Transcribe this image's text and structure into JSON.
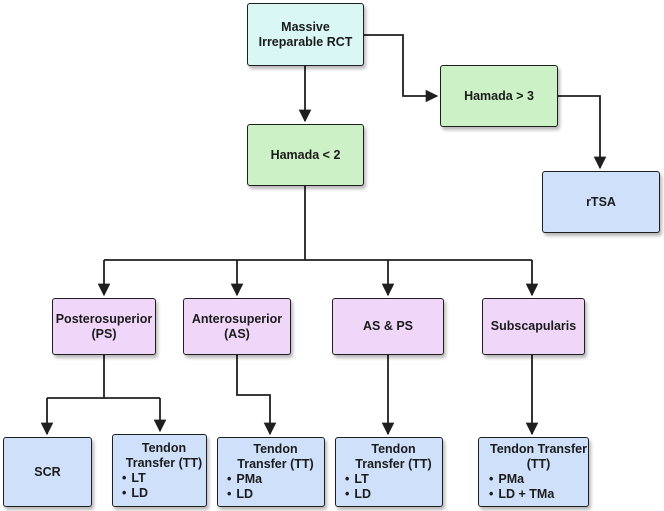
{
  "colors": {
    "root": "#d9f7f4",
    "hamada": "#cdf1c6",
    "region": "#f0d7fa",
    "procedure": "#cfe0fb",
    "stroke": "#1f1f1f"
  },
  "nodes": {
    "root": {
      "lines": [
        "Massive",
        "Irreparable RCT"
      ]
    },
    "hamada_high": {
      "label": "Hamada > 3"
    },
    "hamada_low": {
      "label": "Hamada < 2"
    },
    "rtsa": {
      "label": "rTSA"
    },
    "ps": {
      "lines": [
        "Posterosuperior",
        "(PS)"
      ]
    },
    "as": {
      "lines": [
        "Anterosuperior",
        "(AS)"
      ]
    },
    "asps": {
      "label": "AS & PS"
    },
    "sub": {
      "label": "Subscapularis"
    },
    "scr": {
      "label": "SCR"
    },
    "tt_ps": {
      "lines": [
        "Tendon",
        "Transfer (TT)"
      ],
      "items": [
        "LT",
        "LD"
      ]
    },
    "tt_as": {
      "lines": [
        "Tendon",
        "Transfer (TT)"
      ],
      "items": [
        "PMa",
        "LD"
      ]
    },
    "tt_asps": {
      "lines": [
        "Tendon",
        "Transfer (TT)"
      ],
      "items": [
        "LT",
        "LD"
      ]
    },
    "tt_sub": {
      "lines": [
        "Tendon Transfer",
        "(TT)"
      ],
      "items": [
        "PMa",
        "LD + TMa"
      ]
    }
  }
}
